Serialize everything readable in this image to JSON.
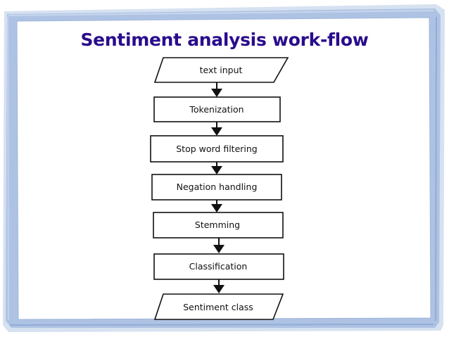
{
  "slide": {
    "title": "Sentiment analysis work-flow"
  },
  "flowchart": {
    "nodes": [
      {
        "id": "text-input",
        "label": "text input",
        "shape": "parallelogram"
      },
      {
        "id": "tokenization",
        "label": "Tokenization",
        "shape": "rectangle"
      },
      {
        "id": "stop-word-filtering",
        "label": "Stop word filtering",
        "shape": "rectangle"
      },
      {
        "id": "negation-handling",
        "label": "Negation handling",
        "shape": "rectangle"
      },
      {
        "id": "stemming",
        "label": "Stemming",
        "shape": "rectangle"
      },
      {
        "id": "classification",
        "label": "Classification",
        "shape": "rectangle"
      },
      {
        "id": "sentiment-class",
        "label": "Sentiment class",
        "shape": "parallelogram"
      }
    ]
  },
  "colors": {
    "title": "#2a0c8c",
    "frame": "#a9bfe0",
    "frame_light": "#cfdcef",
    "stroke": "#111111"
  }
}
